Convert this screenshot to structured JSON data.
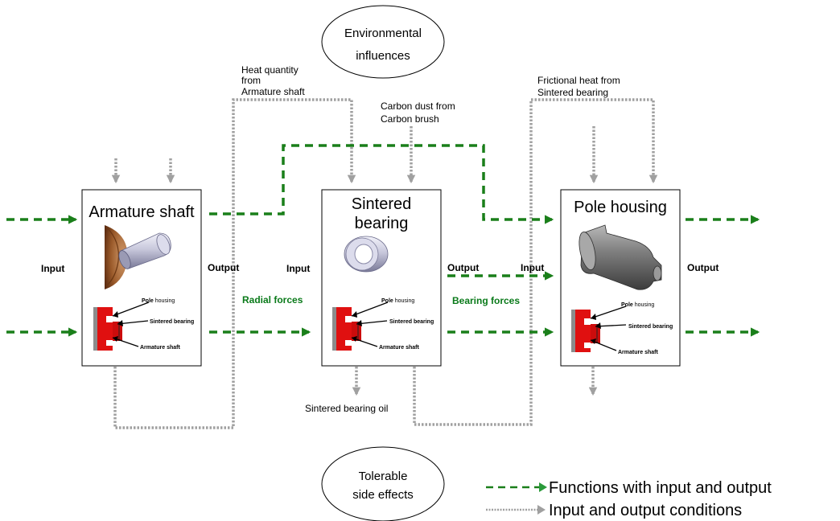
{
  "environment": {
    "line1": "Environmental",
    "line2": "influences"
  },
  "tolerable": {
    "line1": "Tolerable",
    "line2": "side effects"
  },
  "annotations": {
    "heat_quantity_line1": "Heat quantity",
    "heat_quantity_line2": "from",
    "heat_quantity_line3": "Armature shaft",
    "carbon_dust_line1": "Carbon dust from",
    "carbon_dust_line2": "Carbon brush",
    "frictional_heat_line1": "Frictional heat from",
    "frictional_heat_line2": "Sintered bearing",
    "sintered_bearing_oil": "Sintered bearing oil",
    "radial_forces": "Radial forces",
    "bearing_forces": "Bearing forces"
  },
  "boxes": {
    "armature": {
      "title": "Armature shaft"
    },
    "sintered": {
      "title_line1": "Sintered",
      "title_line2": "bearing"
    },
    "pole": {
      "title": "Pole housing"
    }
  },
  "io_labels": {
    "input": "Input",
    "output": "Output"
  },
  "schematic_labels": {
    "pole_housing_bold": "Pole",
    "pole_housing_rest": " housing",
    "sintered_bearing": "Sintered bearing",
    "armature_shaft": "Armature shaft"
  },
  "legend": {
    "functions": "Functions with input and output",
    "conditions": "Input and output conditions"
  },
  "colors": {
    "function_arrow": "#1a7f1a",
    "condition_arrow": "#a0a0a0",
    "part_red": "#e01010",
    "label_green": "#0a7a1a"
  }
}
